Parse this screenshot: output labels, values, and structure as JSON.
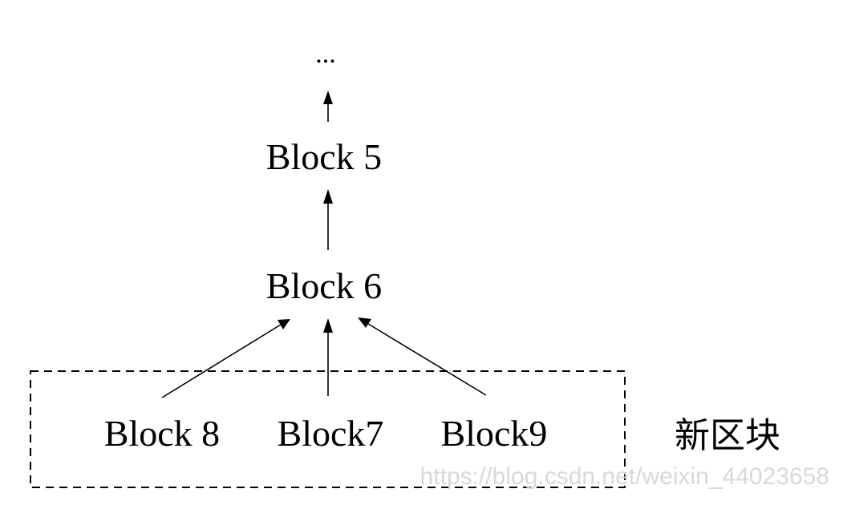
{
  "diagram": {
    "top_ellipsis": "...",
    "nodes": {
      "block5": "Block 5",
      "block6": "Block 6",
      "block8": "Block 8",
      "block7": "Block7",
      "block9": "Block9"
    },
    "group_label": "新区块",
    "watermark": "https://blog.csdn.net/weixin_44023658"
  }
}
